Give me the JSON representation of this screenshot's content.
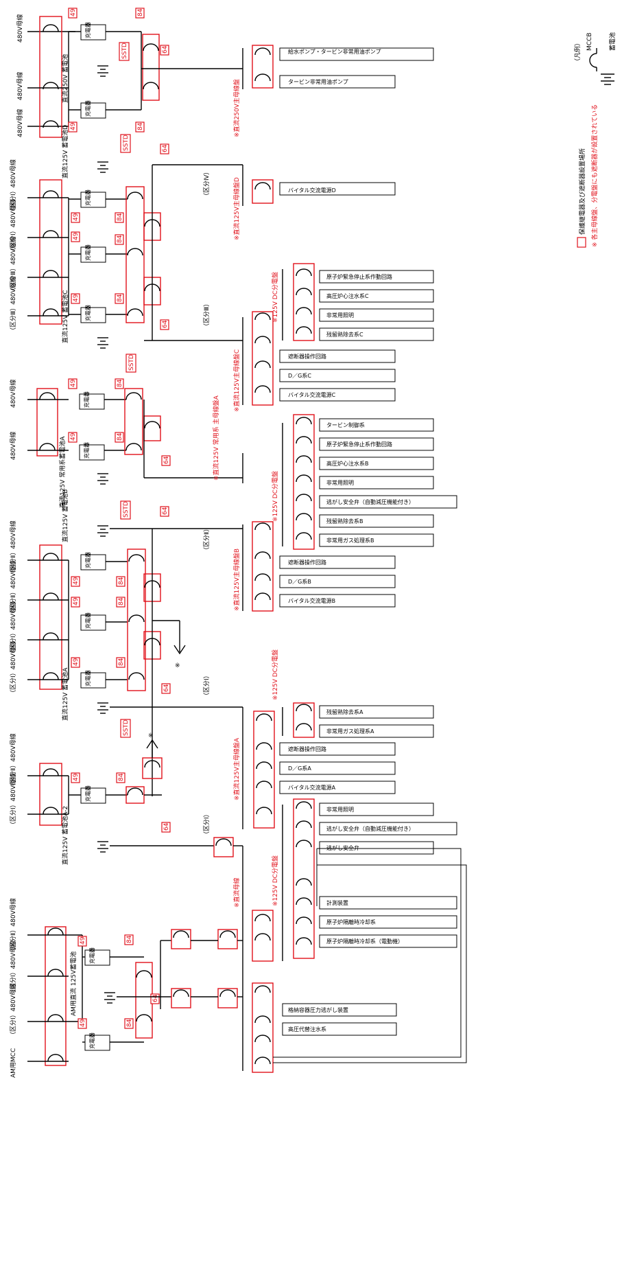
{
  "legend": {
    "title": "（凡例）",
    "mccb": "MCCB",
    "battery": "蓄電池",
    "protection_box": "保護継電器及び遮断器設置場所",
    "note": "※ 各主母線盤、分電盤にも遮断器が設置されている"
  },
  "relays": {
    "r49": "49",
    "r84": "84",
    "r64": "64",
    "sstd": "SSTD"
  },
  "labels": {
    "charger": "充電器",
    "bus480": "480V母線",
    "bus480_d1": "（区分Ⅰ）480V母線",
    "bus480_d2": "（区分Ⅱ）480V母線",
    "bus480_d3": "（区分Ⅲ）480V母線",
    "am_mcc": "AM用MCC",
    "bat_250": "直流250V 蓄電池",
    "bat_d": "直流125V 蓄電池D",
    "bat_c": "直流125V 蓄電池C",
    "bat_a_normal": "直流125V 常用系蓄電池A",
    "bat_b": "直流125V 蓄電池B",
    "bat_a": "直流125V 蓄電池A",
    "bat_a2": "直流125V 蓄電池A-2",
    "bat_am": "AM用直流 125V蓄電池",
    "main_250": "※直流250V主母線盤",
    "main_d": "※直流125V主母線盤D",
    "main_c": "※直流125V主母線盤C",
    "main_a_normal": "※直流125V 常用系 主母線盤A",
    "main_b": "※直流125V主母線盤B",
    "main_a": "※直流125V主母線盤A",
    "main_am": "※直流母線",
    "dc_panel": "※125V DC分電盤",
    "div1": "（区分Ⅰ）",
    "div2": "（区分Ⅱ）",
    "div3": "（区分Ⅲ）",
    "div4": "（区分Ⅳ）",
    "star": "※"
  },
  "loads": {
    "p250": [
      "給水ポンプ・タービン非常用油ポンプ",
      "タービン非常用油ポンプ"
    ],
    "pd": [
      "バイタル交流電源D"
    ],
    "pc": [
      "バイタル交流電源C",
      "D／G系C",
      "遮断器操作回路"
    ],
    "dc_c": [
      "残留熱除去系C",
      "非常用照明",
      "高圧炉心注水系C",
      "原子炉緊急停止系作動回路"
    ],
    "dc_b": [
      "非常用ガス処理系B",
      "残留熱除去系B",
      "逃がし安全弁（自動減圧機能付き）",
      "非常用照明",
      "高圧炉心注水系B",
      "原子炉緊急停止系作動回路",
      "タービン制御系"
    ],
    "pb": [
      "バイタル交流電源B",
      "D／G系B",
      "遮断器操作回路"
    ],
    "dc_a1": [
      "非常用ガス処理系A",
      "残留熱除去系A"
    ],
    "pa": [
      "遮断器操作回路",
      "D／G系A",
      "バイタル交流電源A"
    ],
    "dc_a2": [
      "非常用照明",
      "逃がし安全弁（自動減圧機能付き）",
      "逃がし安全弁",
      "計測装置",
      "原子炉隔離時冷却系",
      "原子炉隔離時冷却系（電動機）"
    ],
    "am": [
      "格納容器圧力逃がし装置",
      "高圧代替注水系"
    ]
  }
}
